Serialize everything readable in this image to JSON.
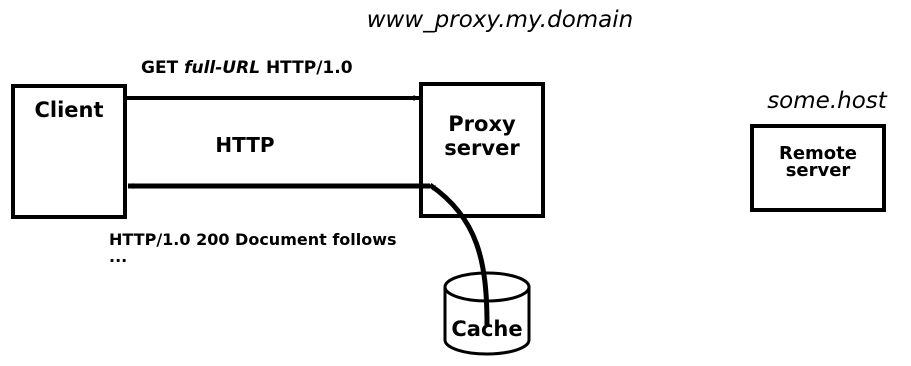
{
  "proxy_host": "www_proxy.my.domain",
  "remote_host": "some.host",
  "nodes": {
    "client": "Client",
    "proxy_line1": "Proxy",
    "proxy_line2": "server",
    "remote_line1": "Remote",
    "remote_line2": "server",
    "cache": "Cache"
  },
  "request": {
    "prefix": "GET ",
    "url": "full-URL",
    "suffix": " HTTP/1.0"
  },
  "protocol_label": "HTTP",
  "response": {
    "status_line": "HTTP/1.0 200 Document follows",
    "continuation": "..."
  }
}
